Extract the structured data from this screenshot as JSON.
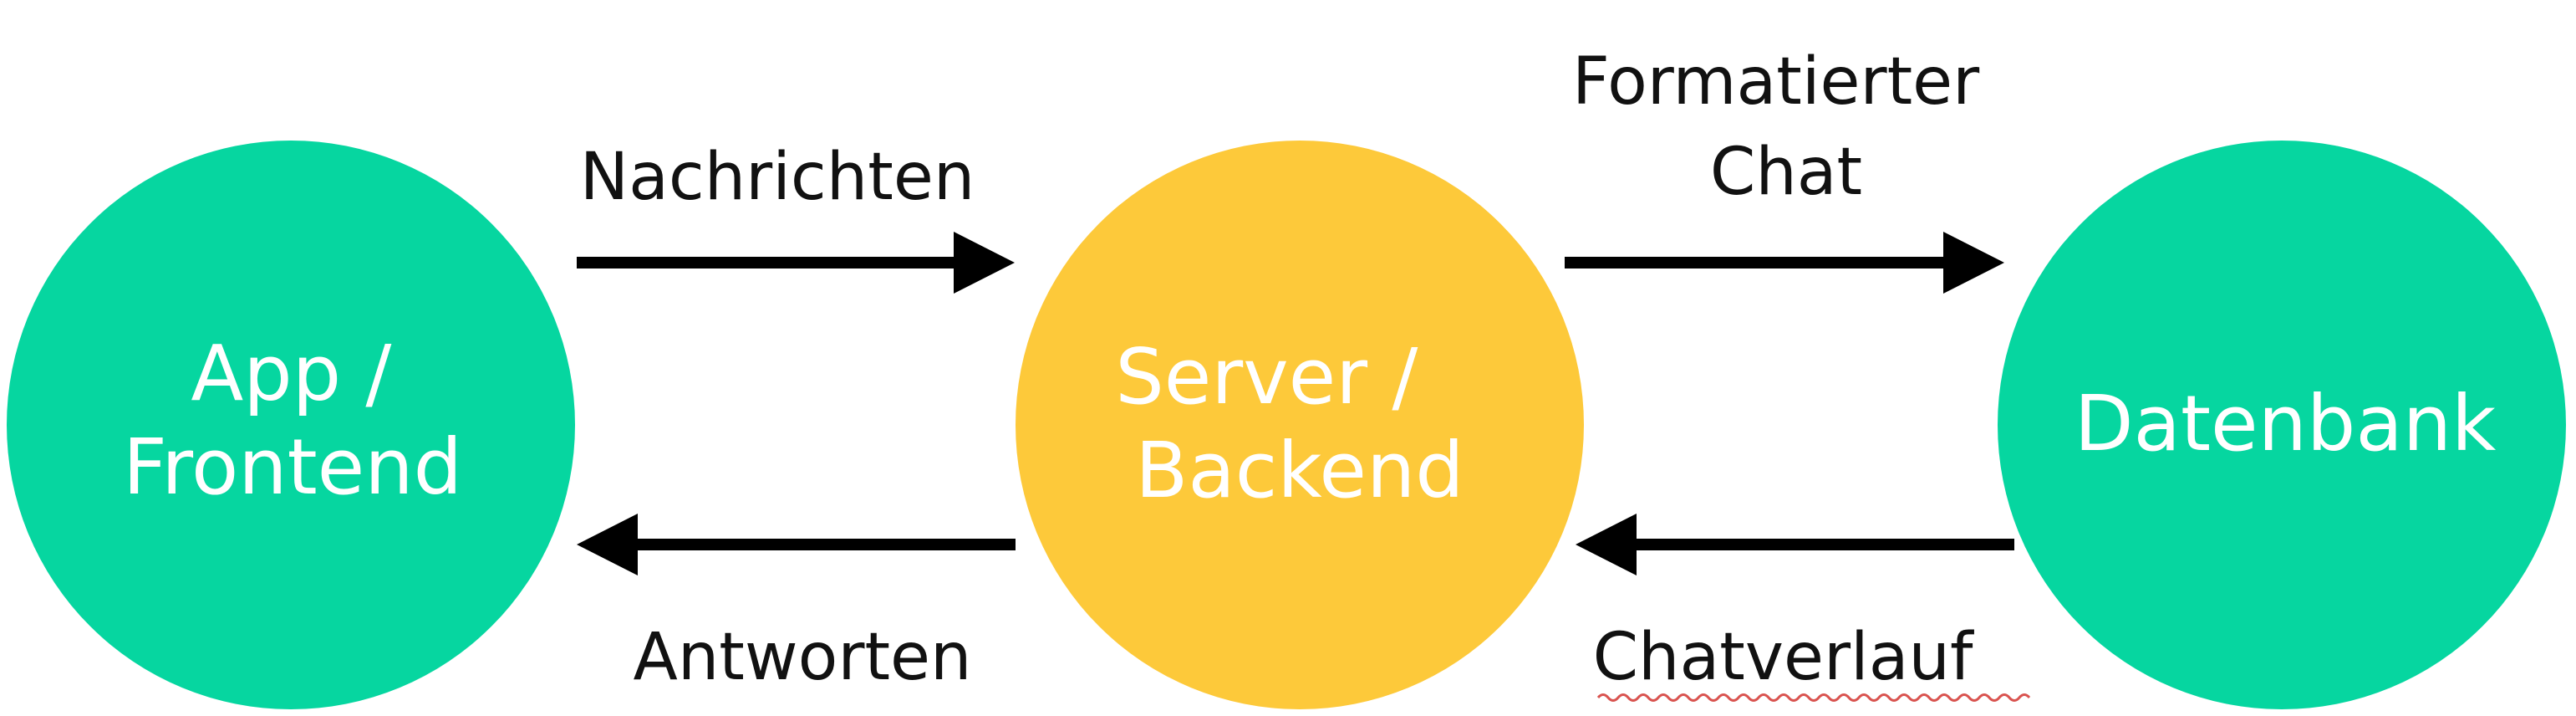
{
  "colors": {
    "primary_node": "#06D6A0",
    "middle_node": "#FDC93A",
    "arrow": "#000000",
    "node_text": "#FFFFFF",
    "label_text": "#111111",
    "spellcheck_underline": "#D9534F"
  },
  "nodes": {
    "frontend": {
      "line1": "App /",
      "line2": "Frontend"
    },
    "backend": {
      "line1": "Server /",
      "line2": "Backend"
    },
    "database": {
      "label": "Datenbank"
    }
  },
  "edges": {
    "frontend_to_backend": {
      "label": "Nachrichten"
    },
    "backend_to_frontend": {
      "label": "Antworten"
    },
    "backend_to_database": {
      "line1": "Formatierter",
      "line2": "Chat"
    },
    "database_to_backend": {
      "label": "Chatverlauf"
    }
  }
}
